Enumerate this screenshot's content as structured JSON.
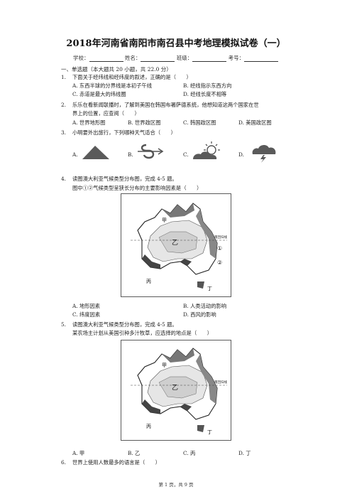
{
  "title": "2018年河南省南阳市南召县中考地理模拟试卷（一）",
  "info": {
    "school": "学校：",
    "name": "姓名：",
    "class": "班级：",
    "exam_no": "考号："
  },
  "section": "一、单选题（本大题共 20 小题，共 22.0 分）",
  "q1": {
    "num": "1.",
    "stem": "下面关于经纬线和经纬度的叙述，正确的是（　　）",
    "A": "A. 东西半球的分界线是本初子午线",
    "B": "B. 经线指示东西方向",
    "C": "C. 赤道是最大的纬线圈",
    "D": "D. 经线长度不相等"
  },
  "q2": {
    "num": "2.",
    "stem1": "乐乐在看新闻联播时，了解到美国在韩国布署萨德系统，他想知道这两个国家在世",
    "stem2": "界上的位置，应查阅（　　）",
    "A": "A. 世界地形图",
    "B": "B. 世界政区图",
    "C": "C. 韩国政区图",
    "D": "D. 美国政区图"
  },
  "q3": {
    "num": "3.",
    "stem": "小明要外出旅行，下列哪种天气适合（　　）",
    "A": "A.",
    "B": "B.",
    "C": "C.",
    "D": "D."
  },
  "q4": {
    "num": "4.",
    "stem1": "读图澳大利亚气候类型分布图，完成 4-5 题。",
    "stem2": "图中①②气候类型呈狭长分布的主要影响因素是（　　）",
    "A": "A. 地形因素",
    "B": "B. 人类活动的影响",
    "C": "C. 纬度因素",
    "D": "D. 西风的影响"
  },
  "q5": {
    "num": "5.",
    "stem1": "读图澳大利亚气候类型分布图，完成 4-5 题。",
    "stem2": "某农场主计划从美国引种多汁牧草，应选择的地点是（　　）",
    "A": "A. 甲",
    "B": "B. 乙",
    "C": "C. 丙",
    "D": "D. 丁"
  },
  "q6": {
    "num": "6.",
    "stem": "世界上使用人数最多的语言是（　　）"
  },
  "map": {
    "label_jia": "甲",
    "label_yi": "乙",
    "label_bing": "丙",
    "label_ding": "丁",
    "label_1": "①",
    "label_2": "②",
    "tropic": "南回归线"
  },
  "footer": "第 1 页，共 9 页",
  "colors": {
    "text": "#222222",
    "map_line": "#333333"
  }
}
